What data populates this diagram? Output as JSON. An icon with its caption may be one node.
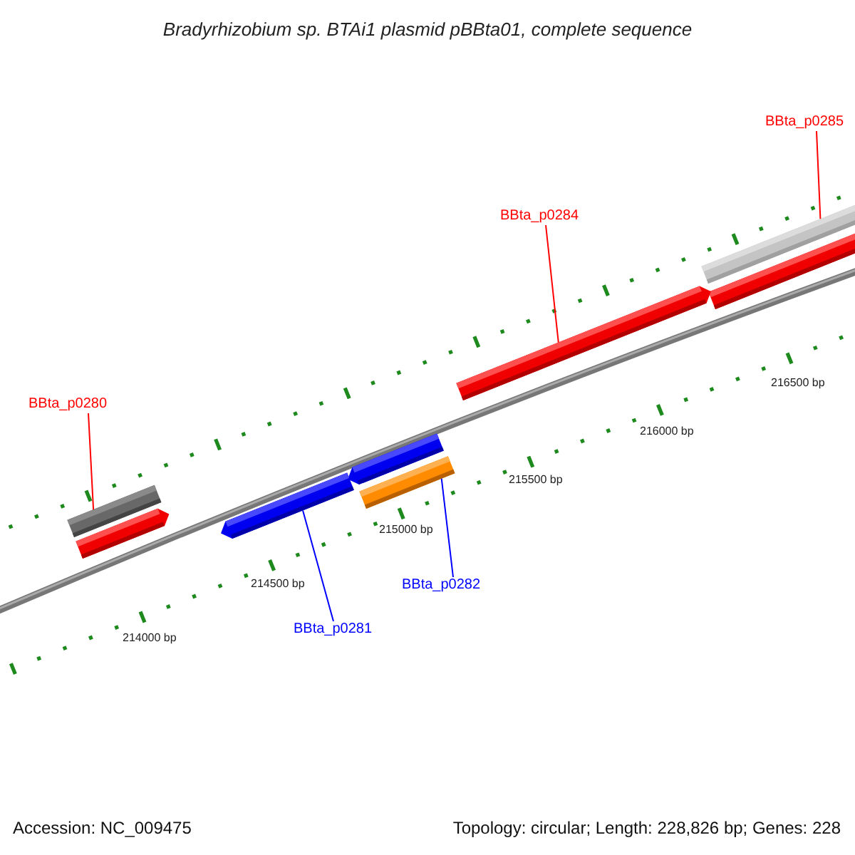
{
  "diagram": {
    "title": "Bradyrhizobium sp. BTAi1 plasmid pBBta01, complete sequence",
    "nodes": [
      {
        "text": [
          "BBta_p0285"
        ]
      },
      {
        "text": [
          "BBta_p0284"
        ]
      },
      {
        "text": [],
        "shape": "bar"
      },
      {
        "text": [],
        "shape": "bar"
      },
      {
        "text": [],
        "shape": "bar"
      },
      {
        "text": [
          "BBta_p0280"
        ]
      },
      {
        "text": [],
        "shape": "bar"
      },
      {
        "text": [],
        "shape": "bar"
      },
      {
        "text": [],
        "shape": "bar"
      },
      {
        "text": [],
        "shape": "bar"
      },
      {
        "text": [],
        "shape": "bar"
      },
      {
        "text": [
          "BBta_p0282"
        ]
      },
      {
        "text": [
          "BBta_p0281"
        ]
      }
    ],
    "edges": [
      {
        "from": 0,
        "to": 2,
        "arrow": "none",
        "color": "#ff0000"
      },
      {
        "from": 1,
        "to": 4,
        "arrow": "none",
        "color": "#ff0000"
      },
      {
        "from": 5,
        "to": 8,
        "arrow": "none",
        "color": "#ff0000"
      },
      {
        "from": 12,
        "to": 9,
        "arrow": "none",
        "color": "#0000ff"
      },
      {
        "from": 11,
        "to": 7,
        "arrow": "none",
        "color": "#0000ff"
      }
    ],
    "labels": [
      "216500 bp",
      "216000 bp",
      "215500 bp",
      "215000 bp",
      "214500 bp",
      "214000 bp",
      "Accession: NC_009475",
      "Topology: circular; Length: 228,826 bp; Genes: 228"
    ]
  }
}
